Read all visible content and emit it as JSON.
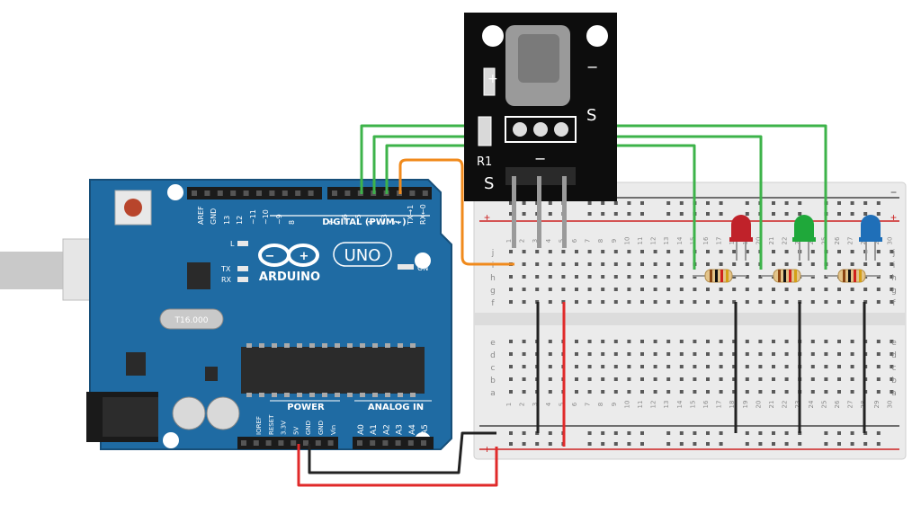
{
  "arduino": {
    "brand": "ARDUINO",
    "model": "UNO",
    "crystal": "T16.000",
    "header_digital_title": "DIGITAL (PWM~)",
    "header_analog_title": "ANALOG IN",
    "header_power_title": "POWER",
    "digital_pins": [
      "AREF",
      "GND",
      "13",
      "12",
      "~11",
      "~10",
      "~9",
      "8",
      "7",
      "~6",
      "~5",
      "4",
      "~3",
      "2",
      "TX→1",
      "RX←0"
    ],
    "power_pins": [
      "IOREF",
      "RESET",
      "3.3V",
      "5V",
      "GND",
      "GND",
      "Vin"
    ],
    "analog_pins": [
      "A0",
      "A1",
      "A2",
      "A3",
      "A4",
      "A5"
    ],
    "led_labels": [
      "L",
      "TX",
      "RX",
      "ON"
    ]
  },
  "ir_module": {
    "labels": {
      "plus": "+",
      "minus": "−",
      "s_top": "S",
      "r1": "R1",
      "s_pin": "S",
      "pin_minus": "−"
    }
  },
  "breadboard": {
    "row_letters_top": [
      "j",
      "i",
      "h",
      "g",
      "f"
    ],
    "row_letters_bottom": [
      "e",
      "d",
      "c",
      "b",
      "a"
    ],
    "column_numbers": [
      "1",
      "2",
      "3",
      "4",
      "5",
      "6",
      "7",
      "8",
      "9",
      "10",
      "11",
      "12",
      "13",
      "14",
      "15",
      "16",
      "17",
      "18",
      "19",
      "20",
      "21",
      "22",
      "23",
      "24",
      "25",
      "26",
      "27",
      "28",
      "29",
      "30"
    ],
    "rail_plus": "+",
    "rail_minus": "−"
  },
  "leds": [
    {
      "name": "red-led",
      "color": "#c0222a"
    },
    {
      "name": "green-led",
      "color": "#1fa83a"
    },
    {
      "name": "blue-led",
      "color": "#1f6fb8"
    }
  ],
  "wire_colors": {
    "green": "#3db34a",
    "orange": "#f08a1c",
    "red": "#e02a2a",
    "black": "#222222"
  }
}
